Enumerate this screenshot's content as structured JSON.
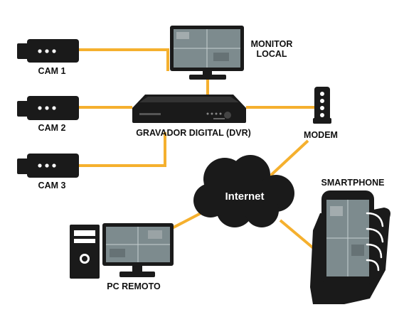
{
  "nodes": {
    "cam1": {
      "label": "CAM 1"
    },
    "cam2": {
      "label": "CAM 2"
    },
    "cam3": {
      "label": "CAM 3"
    },
    "monitor_local": {
      "label_line1": "MONITOR",
      "label_line2": "LOCAL"
    },
    "dvr": {
      "label": "GRAVADOR DIGITAL (DVR)"
    },
    "modem": {
      "label": "MODEM"
    },
    "internet": {
      "label": "Internet"
    },
    "smartphone": {
      "label": "SMARTPHONE"
    },
    "pc_remoto": {
      "label": "PC REMOTO"
    }
  },
  "colors": {
    "link": "#f5b02e",
    "device": "#1a1a1a",
    "camera_dot": "#ffffff",
    "screen_fill": "#7d8b8e"
  }
}
